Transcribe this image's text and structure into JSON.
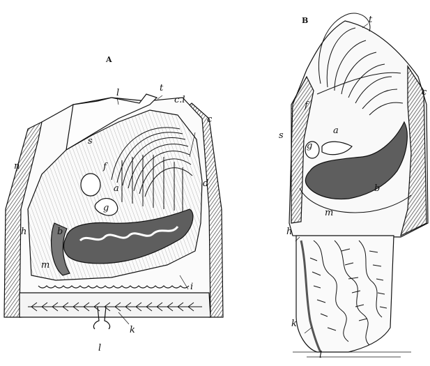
{
  "figure_a": {
    "title": "A",
    "labels": {
      "l_top": "l",
      "t": "t",
      "cl": "c.l",
      "c": "c",
      "s": "s",
      "f": "f",
      "a": "a",
      "d": "d",
      "g": "g",
      "h": "h",
      "b": "b",
      "m": "m",
      "i": "i",
      "k": "k",
      "l_bottom": "l",
      "n": "n"
    }
  },
  "figure_b": {
    "title": "B",
    "labels": {
      "t": "t",
      "c": "c",
      "s": "s",
      "f": "f",
      "a": "a",
      "g": "g",
      "b": "b",
      "m": "m",
      "h": "h",
      "k": "k",
      "l": "l"
    }
  },
  "colors": {
    "ink": "#111111",
    "shell_fill": "#6e6e6e",
    "organ_fill": "#5a5a5a",
    "paper": "#ffffff"
  }
}
